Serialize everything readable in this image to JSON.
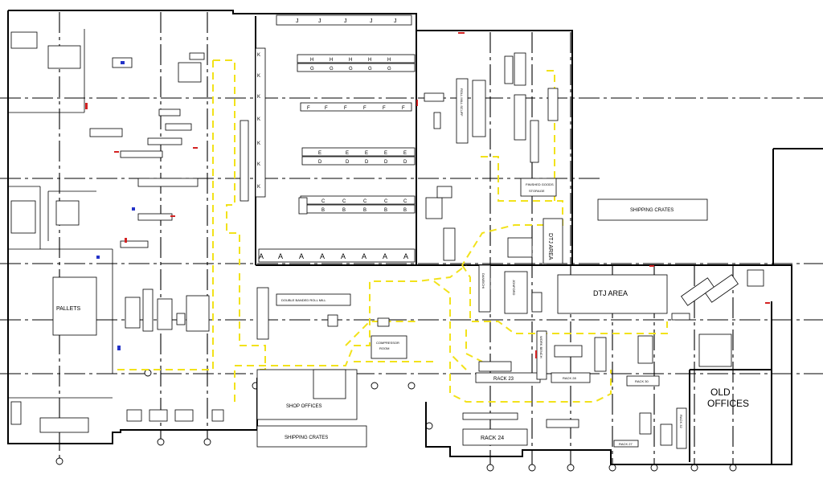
{
  "labels": {
    "pallets": "PALLETS",
    "shipping_crates_top": "SHIPPING CRATES",
    "shipping_crates_bottom": "SHIPPING CRATES",
    "shop_offices": "SHOP OFFICES",
    "old_offices_line1": "OLD",
    "old_offices_line2": "OFFICES",
    "dtj_area_vertical": "DTJ AREA",
    "dtj_area_main": "DTJ AREA",
    "rack_23": "RACK 23",
    "rack_24": "RACK 24",
    "rack_28": "RACK 28",
    "rack_30": "RACK 30",
    "rack_27": "RACK 27",
    "rack_32": "RACK 32",
    "work_bench": "WORK BENCH",
    "daneichi": "DANEICHI",
    "jonford": "JONFORD",
    "double_banded_roll_mill": "DOUBLE BANDED ROLL MILL",
    "finished_goods_storage_line1": "FINISHED GOODS",
    "finished_goods_storage_line2": "STORAGE",
    "roll_mill_scuff": "ROLL MILL SCUFF",
    "compressor_room_line1": "COMPRESSOR",
    "compressor_room_line2": "ROOM"
  },
  "rack_letters": {
    "J": "J",
    "H": "H",
    "G": "G",
    "F": "F",
    "E": "E",
    "D": "D",
    "C": "C",
    "B": "B",
    "A": "A",
    "K": "K"
  },
  "colors": {
    "walls": "#000000",
    "aisle_markings": "#f2e21a",
    "red_markers": "#d32222",
    "blue_markers": "#2433c8",
    "background": "#ffffff"
  }
}
